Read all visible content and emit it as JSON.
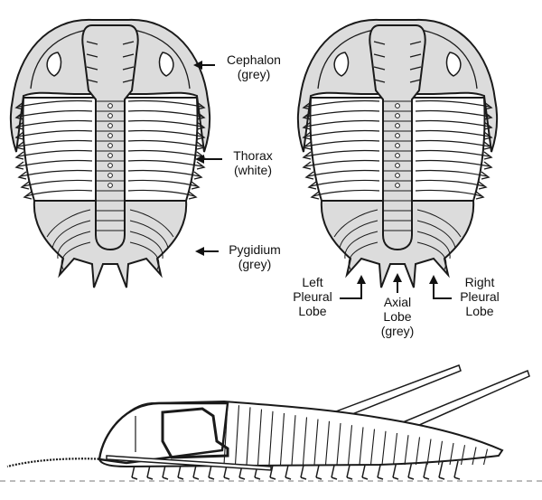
{
  "labels": {
    "cephalon": {
      "name": "Cephalon",
      "note": "(grey)"
    },
    "thorax": {
      "name": "Thorax",
      "note": "(white)"
    },
    "pygidium": {
      "name": "Pygidium",
      "note": "(grey)"
    },
    "left_lobe": {
      "line1": "Left",
      "line2": "Pleural",
      "line3": "Lobe"
    },
    "axial_lobe": {
      "line1": "Axial",
      "line2": "Lobe",
      "line3": "(grey)"
    },
    "right_lobe": {
      "line1": "Right",
      "line2": "Pleural",
      "line3": "Lobe"
    }
  },
  "colors": {
    "grey_region": "#dcdcdc",
    "white_region": "#ffffff",
    "outline": "#1a1a1a"
  }
}
